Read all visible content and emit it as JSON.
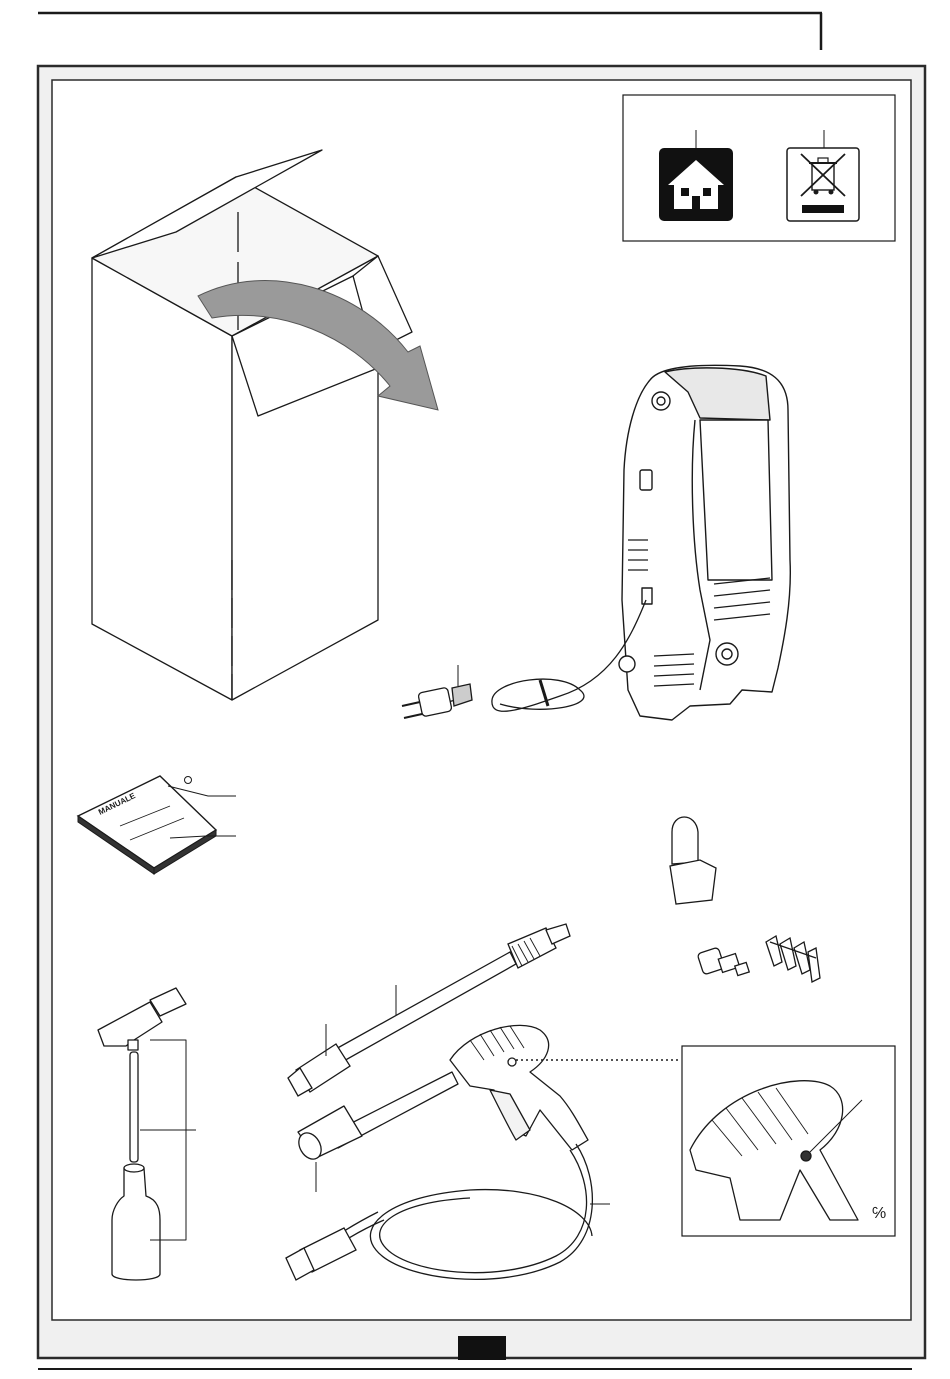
{
  "manual": {
    "cover_text": "MANUALE",
    "page_marker": ""
  },
  "icons": {
    "indoor_storage": "house-icon",
    "weee_disposal": "crossed-bin-icon"
  },
  "colors": {
    "ink": "#1a1a1a",
    "gray_arrow": "#9a9a9a",
    "frame_border": "#2b2b2b",
    "footer_band": "#eeeeee",
    "black_tab": "#111111"
  },
  "components": [
    "cardboard-box",
    "pressure-washer-unit",
    "power-cord-with-plug",
    "instruction-manual",
    "nozzle-cap",
    "quick-coupling-adapter",
    "clip",
    "spray-lance",
    "adjustable-nozzle",
    "trigger-gun",
    "high-pressure-hose",
    "detergent-bottle-assembly",
    "gun-detail-inset"
  ]
}
